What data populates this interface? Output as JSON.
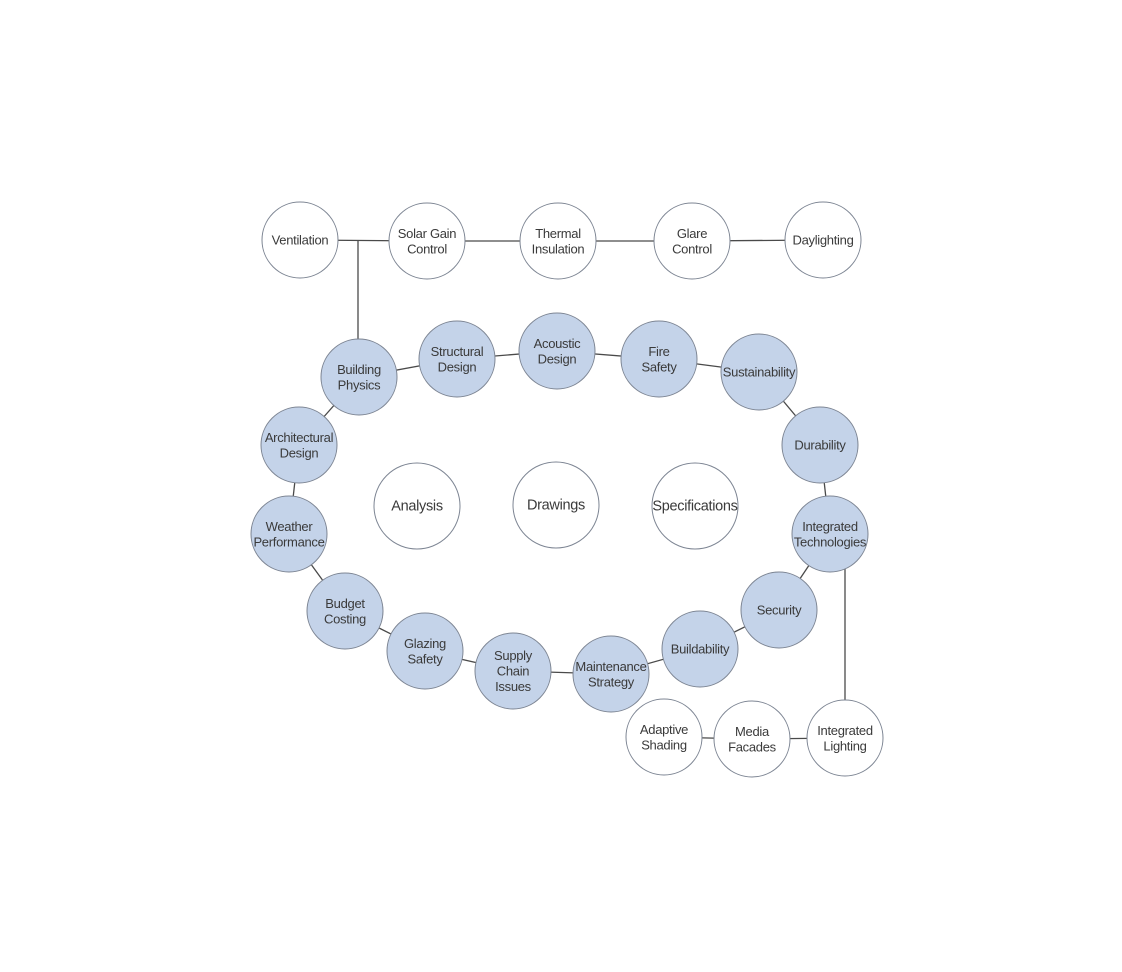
{
  "colors": {
    "filled_node": "#c4d3e9",
    "outline_node": "#ffffff",
    "node_stroke": "#7d8593",
    "edge": "#4a4a4a",
    "label": "#3a3a3a"
  },
  "top_row": [
    {
      "id": "ventilation",
      "lines": [
        "Ventilation"
      ]
    },
    {
      "id": "solar-gain-control",
      "lines": [
        "Solar Gain",
        "Control"
      ]
    },
    {
      "id": "thermal-insulation",
      "lines": [
        "Thermal",
        "Insulation"
      ]
    },
    {
      "id": "glare-control",
      "lines": [
        "Glare",
        "Control"
      ]
    },
    {
      "id": "daylighting",
      "lines": [
        "Daylighting"
      ]
    }
  ],
  "ring": [
    {
      "id": "building-physics",
      "lines": [
        "Building",
        "Physics"
      ]
    },
    {
      "id": "structural-design",
      "lines": [
        "Structural",
        "Design"
      ]
    },
    {
      "id": "acoustic-design",
      "lines": [
        "Acoustic",
        "Design"
      ]
    },
    {
      "id": "fire-safety",
      "lines": [
        "Fire",
        "Safety"
      ]
    },
    {
      "id": "sustainability",
      "lines": [
        "Sustainability"
      ]
    },
    {
      "id": "durability",
      "lines": [
        "Durability"
      ]
    },
    {
      "id": "integrated-technologies",
      "lines": [
        "Integrated",
        "Technologies"
      ]
    },
    {
      "id": "security",
      "lines": [
        "Security"
      ]
    },
    {
      "id": "buildability",
      "lines": [
        "Buildability"
      ]
    },
    {
      "id": "maintenance-strategy",
      "lines": [
        "Maintenance",
        "Strategy"
      ]
    },
    {
      "id": "supply-chain-issues",
      "lines": [
        "Supply",
        "Chain",
        "Issues"
      ]
    },
    {
      "id": "glazing-safety",
      "lines": [
        "Glazing",
        "Safety"
      ]
    },
    {
      "id": "budget-costing",
      "lines": [
        "Budget",
        "Costing"
      ]
    },
    {
      "id": "weather-performance",
      "lines": [
        "Weather",
        "Performance"
      ]
    },
    {
      "id": "architectural-design",
      "lines": [
        "Architectural",
        "Design"
      ]
    }
  ],
  "center": [
    {
      "id": "analysis",
      "lines": [
        "Analysis"
      ]
    },
    {
      "id": "drawings",
      "lines": [
        "Drawings"
      ]
    },
    {
      "id": "specifications",
      "lines": [
        "Specifications"
      ]
    }
  ],
  "bottom_row": [
    {
      "id": "adaptive-shading",
      "lines": [
        "Adaptive",
        "Shading"
      ]
    },
    {
      "id": "media-facades",
      "lines": [
        "Media",
        "Facades"
      ]
    },
    {
      "id": "integrated-lighting",
      "lines": [
        "Integrated",
        "Lighting"
      ]
    }
  ]
}
